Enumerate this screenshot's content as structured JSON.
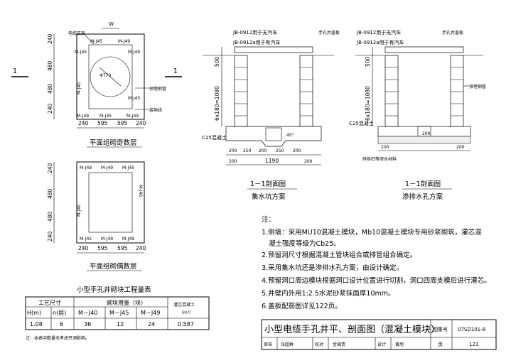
{
  "plan_odd": {
    "caption": "平面组砌奇数层",
    "labels": {
      "top_left": "电缆支架",
      "w": "W",
      "dia": "Φ770",
      "right1": "预埋钢管",
      "right2": "接地线",
      "section": "1"
    },
    "blocks": {
      "mJ45": "M-J45",
      "mJ49": "M-J49",
      "mJ40": "M-J40"
    },
    "dims_left": [
      "240",
      "480",
      "480",
      "240"
    ],
    "dims_bottom": [
      "240",
      "595",
      "595",
      "240"
    ]
  },
  "plan_even": {
    "caption": "平面组砌偶数层",
    "dims_left": [
      "240",
      "480",
      "480",
      "240"
    ],
    "dims_bottom": [
      "240",
      "595",
      "595",
      "240"
    ]
  },
  "section_left": {
    "jb1": "JB-0912用于无汽车",
    "jb2": "JB-0912a用于有汽车",
    "board": "手孔井盖板",
    "concrete": "C25混凝土",
    "angle": "45°",
    "dim_top": "500",
    "dim_mid": "6x180=1080",
    "dims_bottom_1": [
      "200",
      "250",
      "200",
      "250",
      "200"
    ],
    "dim_total": "1190",
    "dims_bottom_2": [
      "200",
      "200"
    ],
    "title": "1－1剖面图",
    "subtitle": "集水坑方案"
  },
  "section_right": {
    "jb1": "JB-0912用于无汽车",
    "jb2": "JB-0912a用于有汽车",
    "board": "手孔井盖板",
    "pipe": "预埋钢管",
    "concrete": "C25混凝土",
    "gravel": "碎砾石等渗水材料",
    "dim_top": "500",
    "dim_mid": "6x180=1080",
    "dim_small": "200",
    "dims_bottom": [
      "200",
      "200"
    ],
    "title": "1－1剖面图",
    "subtitle": "渗排水孔方案"
  },
  "notes": {
    "heading": "注：",
    "items": [
      "1.侧墙：采用MU10混凝土模块，Mb10混凝土模块专用砂浆砌筑，灌芯混",
      "凝土强度等级为Cb25。",
      "2.预留洞尺寸根据混凝土管块组合或排管组合确定。",
      "3.采用集水坑还是渗排水孔方案，由设计确定。",
      "4.预留洞口周边模块根据洞口设计位置进行切割，洞口四周支模后进行灌芯。",
      "5.井壁内外用1:2.5水泥砂浆抹面厚10mm。",
      "6.盖板配筋图详见122页。"
    ]
  },
  "quantity_table": {
    "title": "小型手孔井砌块工程量表",
    "h_size": "工艺尺寸",
    "h_blocks": "砌块用量（块）",
    "h_concrete": "灌芯混凝土",
    "h_unit": "（m³）",
    "cols": [
      "H(m)",
      "n(层)",
      "M－J40",
      "M－J45",
      "M－J49"
    ],
    "row": [
      "1.08",
      "6",
      "36",
      "12",
      "24",
      "0.587"
    ],
    "footnote": "注：本表中数量未考虑开洞影响。"
  },
  "title_block": {
    "title": "小型电缆手孔井平、剖面图（混凝土模块）",
    "atlas_label": "图集号",
    "atlas_no": "07SD101-8",
    "review": "审核",
    "reviewer": "张超群",
    "check": "校对",
    "checker": "金福责",
    "design": "设计",
    "designer": "黄旭",
    "page_label": "页",
    "page": "121"
  }
}
